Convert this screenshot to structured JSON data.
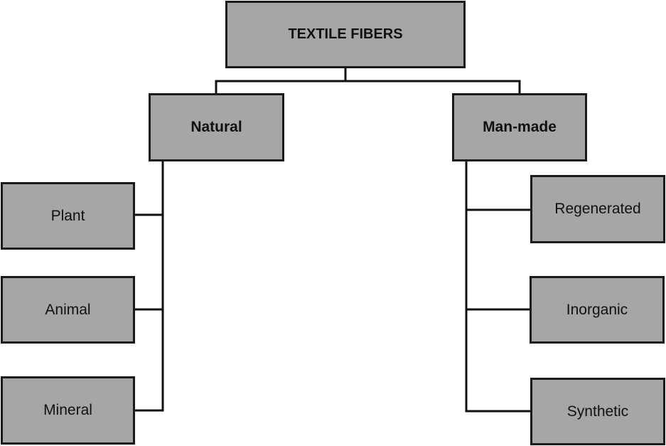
{
  "colors": {
    "box_fill": "#a6a6a6",
    "box_border": "#1a1a1a",
    "connector": "#111111",
    "background": "#ffffff"
  },
  "tree": {
    "root": "TEXTILE FIBERS",
    "natural": {
      "label": "Natural",
      "children": [
        "Plant",
        "Animal",
        "Mineral"
      ]
    },
    "man_made": {
      "label": "Man-made",
      "children": [
        "Regenerated",
        "Inorganic",
        "Synthetic"
      ]
    }
  }
}
